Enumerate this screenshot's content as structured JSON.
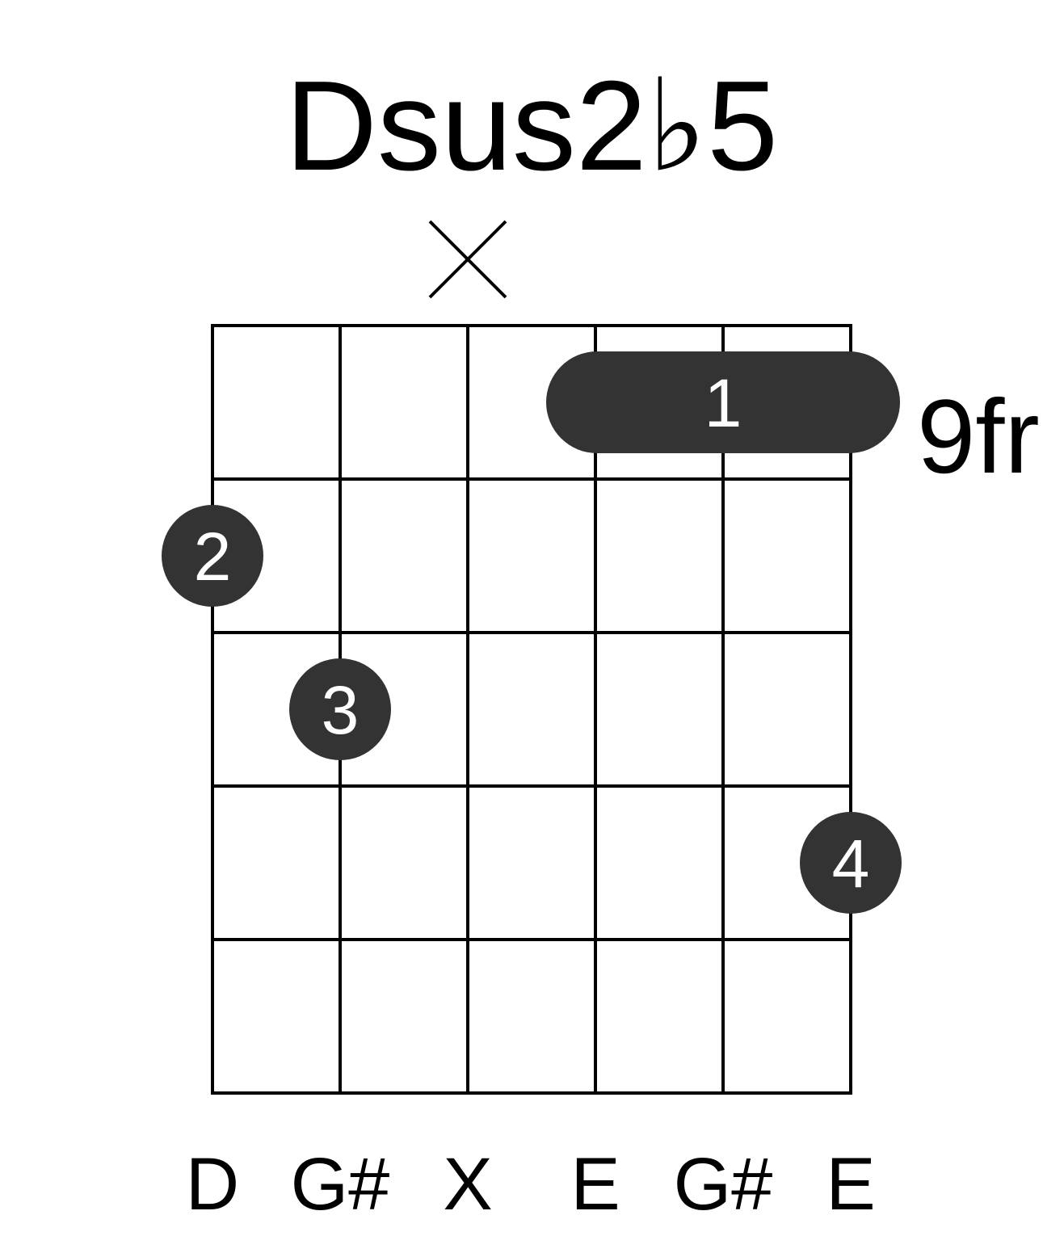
{
  "chord": {
    "name": "Dsus2♭5",
    "base_fret_label": "9fr",
    "strings": 6,
    "frets_shown": 5,
    "string_notes": [
      "D",
      "G#",
      "X",
      "E",
      "G#",
      "E"
    ],
    "muted_strings": [
      3
    ],
    "barre": {
      "fret": 1,
      "from_string": 4,
      "to_string": 6,
      "finger": "1"
    },
    "fingers": [
      {
        "string": 1,
        "fret": 2,
        "finger": "2"
      },
      {
        "string": 2,
        "fret": 3,
        "finger": "3"
      },
      {
        "string": 6,
        "fret": 4,
        "finger": "4"
      }
    ],
    "colors": {
      "grid": "#000000",
      "dot": "#333333",
      "finger_text": "#ffffff"
    }
  }
}
